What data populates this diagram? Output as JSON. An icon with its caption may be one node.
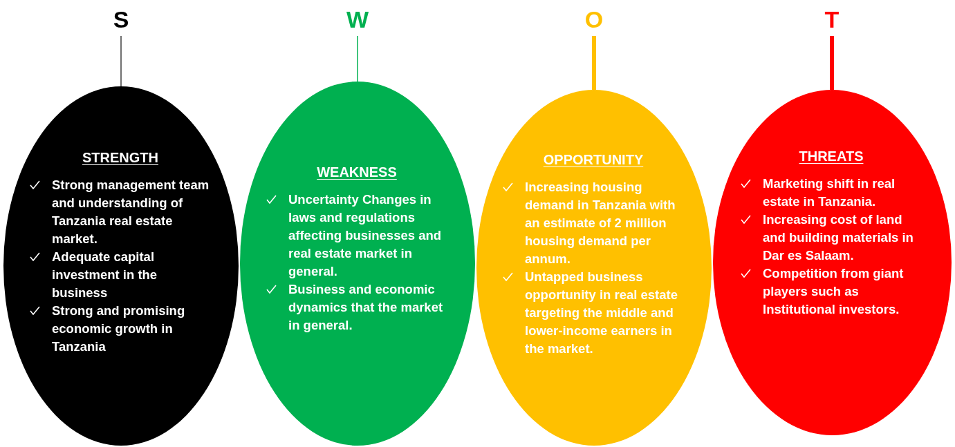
{
  "diagram": {
    "nodes": [
      {
        "text": [
          "S"
        ]
      },
      {
        "text": [
          "W"
        ]
      },
      {
        "text": [
          "O"
        ]
      },
      {
        "text": [
          "T"
        ]
      },
      {
        "text": [
          "STRENGTH",
          "Strong management team and understanding of Tanzania real estate market.",
          "Adequate  capital investment in the business",
          "Strong and promising economic growth in Tanzania"
        ]
      },
      {
        "text": [
          "WEAKNESS",
          "Uncertainty Changes in laws and regulations affecting businesses and real estate market in general.",
          "Business and economic dynamics that the market in general."
        ]
      },
      {
        "text": [
          "OPPORTUNITY",
          "Increasing housing demand in Tanzania with an estimate of 2 million housing demand per annum.",
          "Untapped business opportunity in real estate targeting the middle and lower-income earners in the market."
        ]
      },
      {
        "text": [
          "THREATS",
          "Marketing shift in real estate in Tanzania.",
          "Increasing cost of land and building materials in Dar es Salaam.",
          "Competition from giant players such as Institutional investors."
        ]
      }
    ],
    "edges": [
      {
        "from": 0,
        "to": 4,
        "arrow": "none",
        "color": "#404040"
      },
      {
        "from": 1,
        "to": 5,
        "arrow": "none",
        "color": "#00b050"
      },
      {
        "from": 2,
        "to": 6,
        "arrow": "none",
        "style": "thick",
        "color": "#ffc000"
      },
      {
        "from": 3,
        "to": 7,
        "arrow": "none",
        "style": "thick",
        "color": "#ff0000"
      }
    ]
  }
}
